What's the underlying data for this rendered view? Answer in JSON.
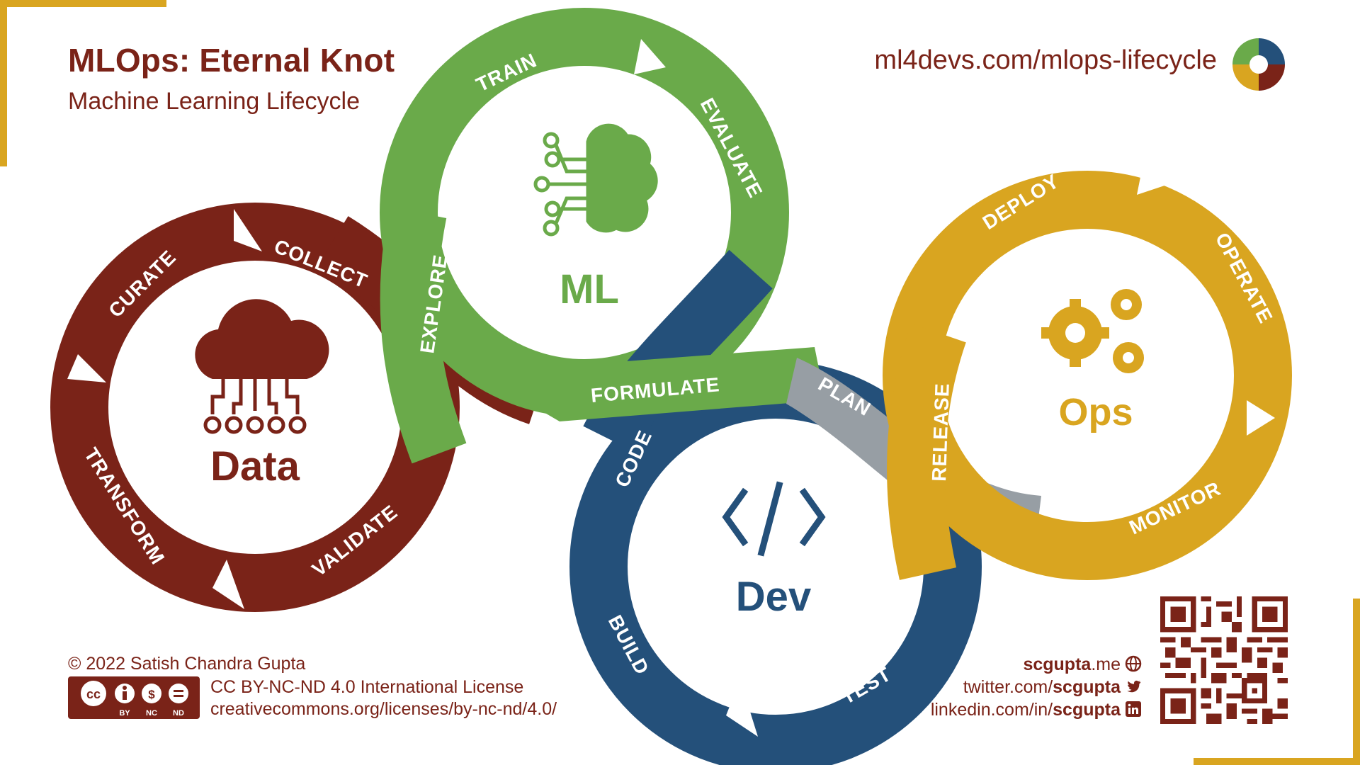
{
  "header": {
    "title": "MLOps: Eternal Knot",
    "subtitle": "Machine Learning Lifecycle",
    "url": "ml4devs.com/mlops-lifecycle"
  },
  "colors": {
    "data": "#7a2318",
    "ml": "#6aaa4a",
    "dev": "#24507a",
    "ops": "#d9a520",
    "plan": "#979ea4"
  },
  "diagram": {
    "loops": [
      {
        "name": "Data",
        "icon": "cloud-network-icon",
        "stages": [
          "COLLECT",
          "CURATE",
          "TRANSFORM",
          "VALIDATE",
          "EXPLORE"
        ]
      },
      {
        "name": "ML",
        "icon": "brain-circuit-icon",
        "stages": [
          "TRAIN",
          "EVALUATE",
          "FORMULATE"
        ]
      },
      {
        "name": "Dev",
        "icon": "code-brackets-icon",
        "stages": [
          "CODE",
          "BUILD",
          "TEST",
          "PLAN"
        ]
      },
      {
        "name": "Ops",
        "icon": "gears-icon",
        "stages": [
          "RELEASE",
          "DEPLOY",
          "OPERATE",
          "MONITOR"
        ]
      }
    ]
  },
  "footer": {
    "copyright": "© 2022 Satish Chandra Gupta",
    "license": "CC BY-NC-ND 4.0 International License",
    "license_url": "creativecommons.org/licenses/by-nc-nd/4.0/",
    "badge_by": "BY",
    "badge_nc": "NC",
    "badge_nd": "ND",
    "site_bold": "scgupta",
    "site_rest": ".me",
    "twitter_prefix": "twitter.com/",
    "twitter_handle": "scgupta",
    "linkedin_prefix": "linkedin.com/in/",
    "linkedin_handle": "scgupta"
  }
}
